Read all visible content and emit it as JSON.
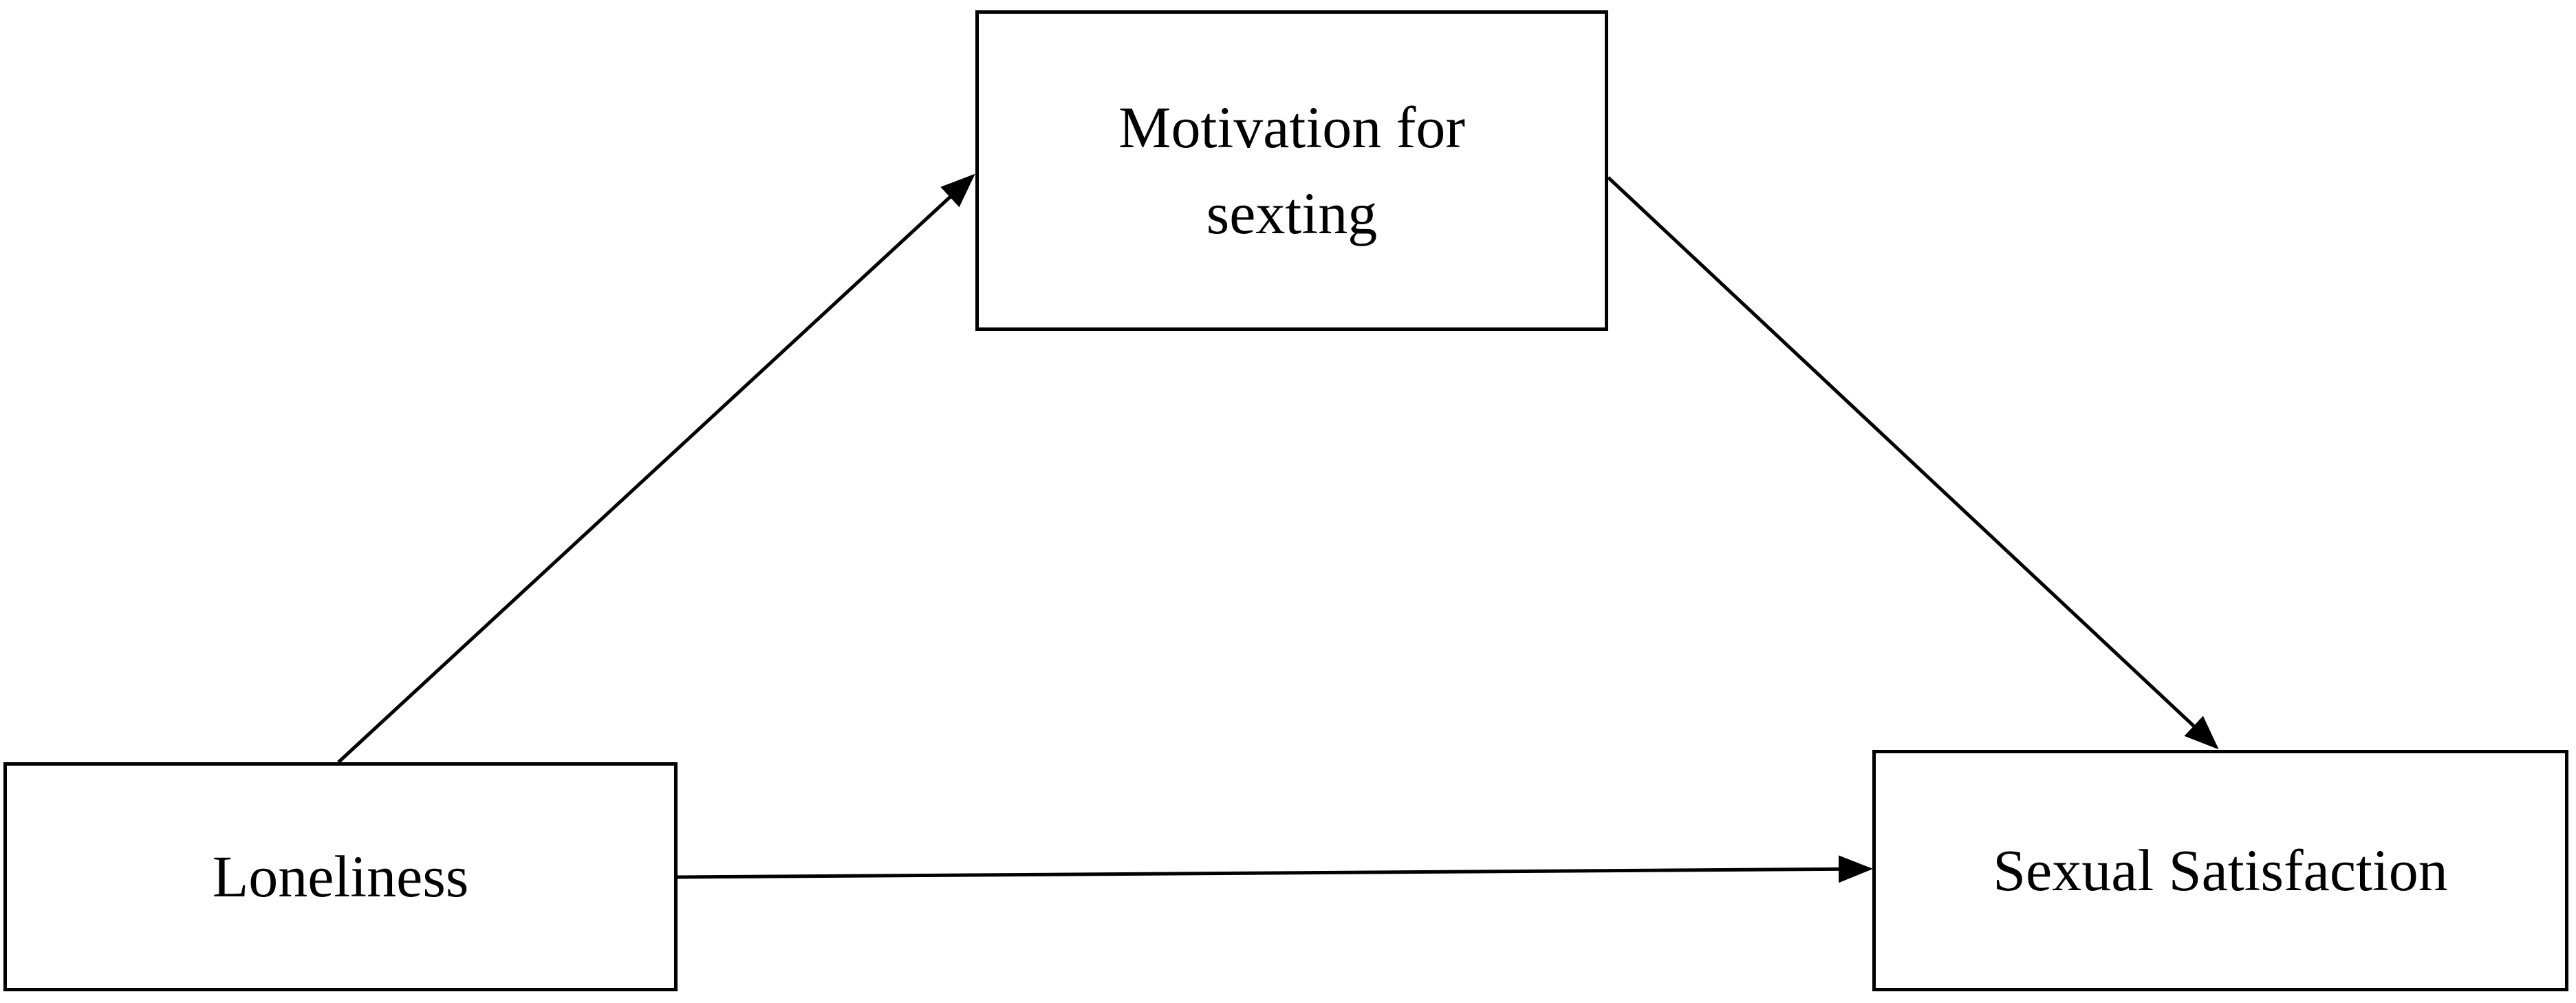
{
  "nodes": {
    "mediator": {
      "line1": "Motivation for",
      "line2": "sexting"
    },
    "predictor": {
      "label": "Loneliness"
    },
    "outcome": {
      "label": "Sexual Satisfaction"
    }
  },
  "edges": [
    {
      "from": "predictor",
      "to": "mediator"
    },
    {
      "from": "mediator",
      "to": "outcome"
    },
    {
      "from": "predictor",
      "to": "outcome"
    }
  ],
  "colors": {
    "stroke": "#000000",
    "background": "#ffffff"
  }
}
